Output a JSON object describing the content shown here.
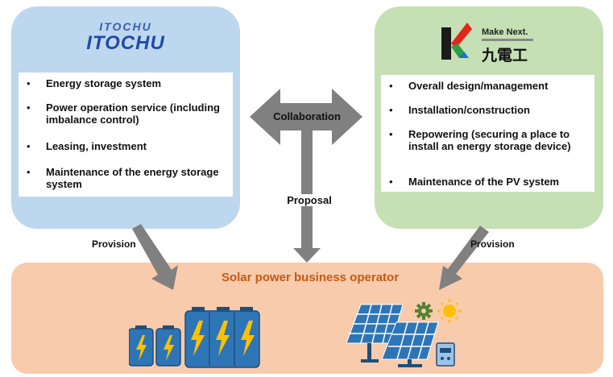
{
  "left_partner": {
    "logo_top": "ITOCHU",
    "logo_main": "ITOCHU",
    "items": [
      "Energy storage system",
      "Power operation service (including imbalance control)",
      "Leasing, investment",
      "Maintenance of the energy storage system"
    ],
    "provision_label": "Provision"
  },
  "right_partner": {
    "logo_tagline": "Make Next.",
    "logo_name": "九電工",
    "items": [
      "Overall design/management",
      "Installation/construction",
      "Repowering (securing a place to install an energy storage device)",
      "Maintenance of the PV system"
    ],
    "provision_label": "Provision"
  },
  "collaboration_label": "Collaboration",
  "proposal_label": "Proposal",
  "operator_title": "Solar power business operator",
  "colors": {
    "left_panel": "#bdd7ee",
    "right_panel": "#c5e0b4",
    "bottom_panel": "#f8cbad",
    "arrow": "#808080",
    "operator_title": "#c55a11",
    "battery": "#2e75b6",
    "lightning": "#ffc000"
  },
  "icons": [
    "battery-icon",
    "lightning-icon",
    "solar-panel-icon",
    "gear-icon",
    "sun-icon",
    "power-conditioner-icon"
  ]
}
